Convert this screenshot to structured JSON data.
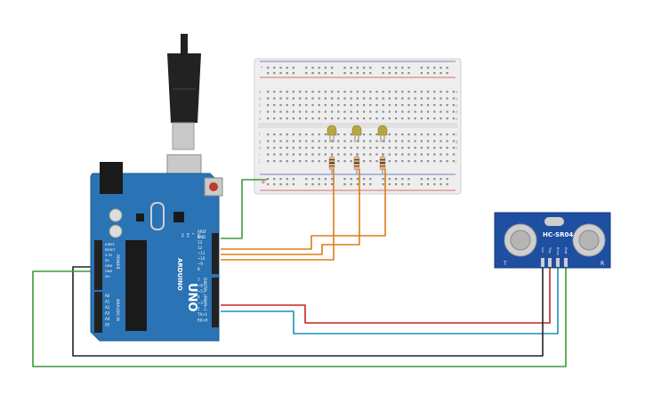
{
  "colors": {
    "background": "#ffffff",
    "breadboard_body": "#eeeeee",
    "breadboard_rail_red": "#d04040",
    "breadboard_rail_blue": "#4a5fb0",
    "arduino_board": "#2a73b5",
    "arduino_board_dark": "#1c5a92",
    "header_black": "#222222",
    "chip_black": "#1a1a1a",
    "sensor_board": "#1f4fa0",
    "transducer_silver": "#cfcfcf",
    "led_body": "#b8a640",
    "resistor_body": "#d8b888",
    "wire_orange": "#e07b16",
    "wire_green": "#3a9a3a",
    "wire_red": "#cc2222",
    "wire_blue": "#1f8fb8",
    "wire_black": "#222222",
    "usb_plug": "#222222",
    "usb_metal": "#c9c9c9"
  },
  "arduino": {
    "logo": "ARDUINO",
    "model": "UNO",
    "digital_label": "DIGITAL (PWM~)",
    "power_label": "POWER",
    "analog_label": "ANALOG IN",
    "pin_labels_top": [
      "AREF",
      "GND",
      "13",
      "12",
      "~11",
      "~10",
      "~9",
      "8"
    ],
    "pin_labels_bottom": [
      "7",
      "~6",
      "~5",
      "4",
      "~3",
      "2",
      "TX>1",
      "RX<0"
    ],
    "power_pins": [
      "IOREF",
      "RESET",
      "3.3V",
      "5V",
      "GND",
      "GND",
      "Vin"
    ],
    "analog_pins": [
      "A0",
      "A1",
      "A2",
      "A3",
      "A4",
      "A5"
    ],
    "led_labels": [
      "TX",
      "RX",
      "L",
      "ON"
    ]
  },
  "sensor": {
    "name": "HC-SR04",
    "pins": [
      "Vcc",
      "Trig",
      "Echo",
      "Gnd"
    ],
    "side_labels": [
      "T",
      "R"
    ]
  },
  "breadboard": {
    "row_letters_top": [
      "a",
      "b",
      "c",
      "d",
      "e"
    ],
    "row_letters_bottom": [
      "f",
      "g",
      "h",
      "i",
      "j"
    ],
    "rail_signs": [
      "-",
      "+"
    ]
  },
  "components": {
    "led_count": 3,
    "resistor_count": 3
  }
}
